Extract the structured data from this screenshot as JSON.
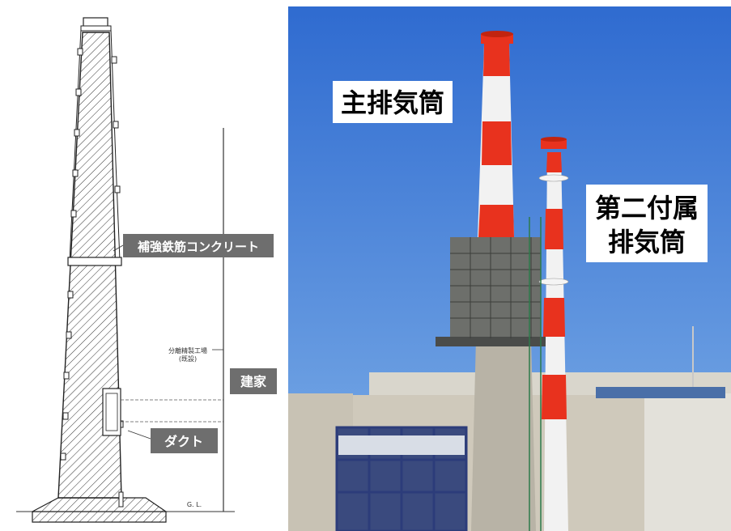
{
  "diagram": {
    "reinforce_label": "補強鉄筋コンクリート",
    "building_label": "建家",
    "duct_label": "ダクト",
    "plant_label_line1": "分離精製工場",
    "plant_label_line2": "(既設)",
    "gl_label": "G. L."
  },
  "photo": {
    "main_stack_label": "主排気筒",
    "aux_stack_label_line1": "第二付属",
    "aux_stack_label_line2": "排気筒"
  },
  "colors": {
    "label_box": "#6e6e6e",
    "sky": "#3f79d6",
    "stack_red": "#e8321e",
    "stack_white": "#f4f4f4"
  }
}
